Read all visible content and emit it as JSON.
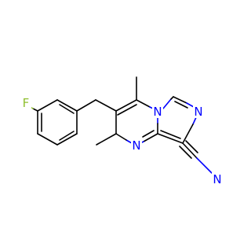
{
  "molecule": {
    "atom_labels": {
      "fluorine": "F",
      "ring_nitrogen_top": "N",
      "ring_nitrogen_right": "N",
      "ring_nitrogen_bottom": "N",
      "nitrile_nitrogen": "N"
    },
    "colors": {
      "bond": "#000000",
      "nitrogen": "#0000ff",
      "fluorine": "#8fbf2f",
      "background": "#ffffff"
    }
  }
}
